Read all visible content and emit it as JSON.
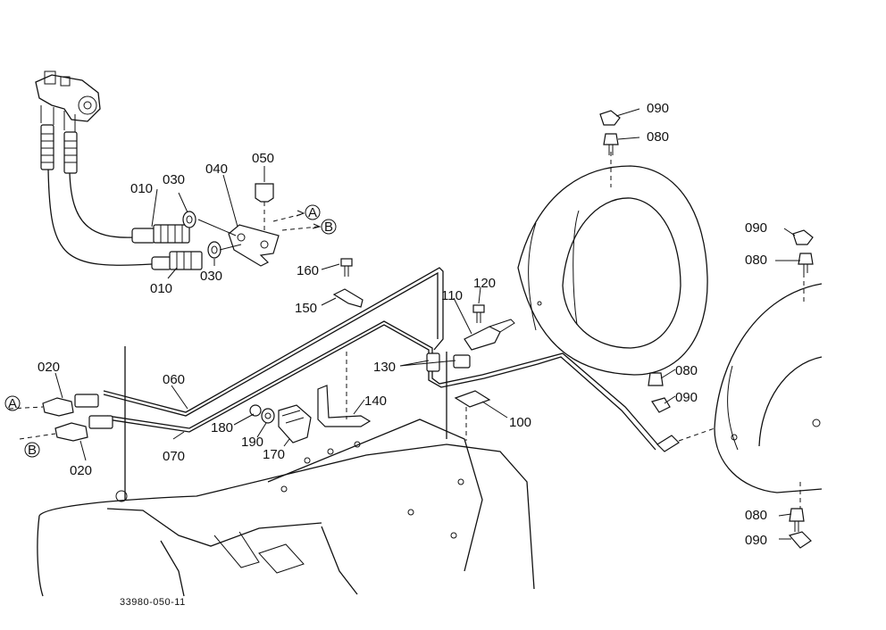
{
  "drawing": {
    "reference_number": "33980-050-11",
    "connection_labels": {
      "a": "A",
      "b": "B"
    }
  },
  "callouts": {
    "p010a": "010",
    "p030a": "030",
    "p040": "040",
    "p050": "050",
    "p010b": "010",
    "p030b": "030",
    "p090a": "090",
    "p080a": "080",
    "p090b": "090",
    "p080b": "080",
    "p160": "160",
    "p150": "150",
    "p120": "120",
    "p110": "110",
    "p130": "130",
    "p020a": "020",
    "p060": "060",
    "p140": "140",
    "p180": "180",
    "p190": "190",
    "p170": "170",
    "p070": "070",
    "p020b": "020",
    "p100": "100",
    "p080c": "080",
    "p090c": "090",
    "p080d": "080",
    "p090d": "090"
  }
}
